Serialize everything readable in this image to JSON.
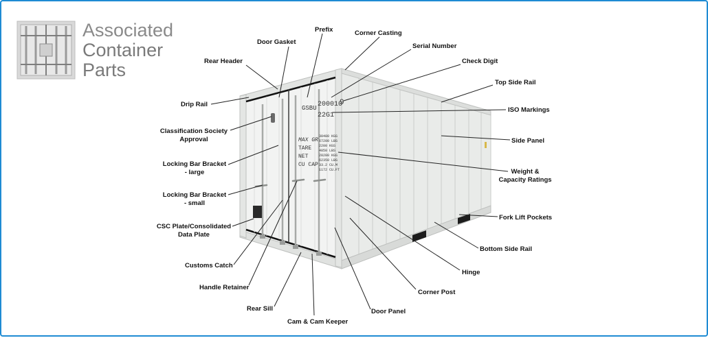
{
  "logo": {
    "line1": "Associated",
    "line2": "Container",
    "line3": "Parts"
  },
  "markings": {
    "prefix_code": "GSBU",
    "serial": "200010",
    "check_digit": "9",
    "iso_code": "22G1",
    "max_gr": "MAX GR",
    "tare": "TARE",
    "net": "NET",
    "cu_cap": "CU CAP",
    "weights": [
      "30480 KGS",
      "67200 LBS",
      "2200 KGS",
      "4850 LBS",
      "28280 KGS",
      "62350 LBS",
      "33.2 CU.M",
      "1172 CU.FT"
    ]
  },
  "labels": {
    "prefix": "Prefix",
    "corner_casting": "Corner Casting",
    "door_gasket": "Door Gasket",
    "serial_number": "Serial Number",
    "rear_header": "Rear Header",
    "check_digit": "Check Digit",
    "top_side_rail": "Top Side Rail",
    "drip_rail": "Drip Rail",
    "iso_markings": "ISO Markings",
    "classification_1": "Classification Society",
    "classification_2": "Approval",
    "side_panel": "Side Panel",
    "locking_large_1": "Locking Bar Bracket",
    "locking_large_2": "- large",
    "weight_1": "Weight &",
    "weight_2": "Capacity Ratings",
    "locking_small_1": "Locking Bar Bracket",
    "locking_small_2": "- small",
    "fork_lift": "Fork Lift Pockets",
    "csc_1": "CSC Plate/Consolidated",
    "csc_2": "Data Plate",
    "bottom_side_rail": "Bottom Side Rail",
    "customs_catch": "Customs Catch",
    "hinge": "Hinge",
    "handle_retainer": "Handle Retainer",
    "corner_post": "Corner Post",
    "rear_sill": "Rear Sill",
    "door_panel": "Door Panel",
    "cam_keeper": "Cam & Cam Keeper"
  },
  "colors": {
    "frame_border": "#1e8bd3",
    "container_body": "#eef0ee",
    "logo_text": "#8a8a8a"
  }
}
